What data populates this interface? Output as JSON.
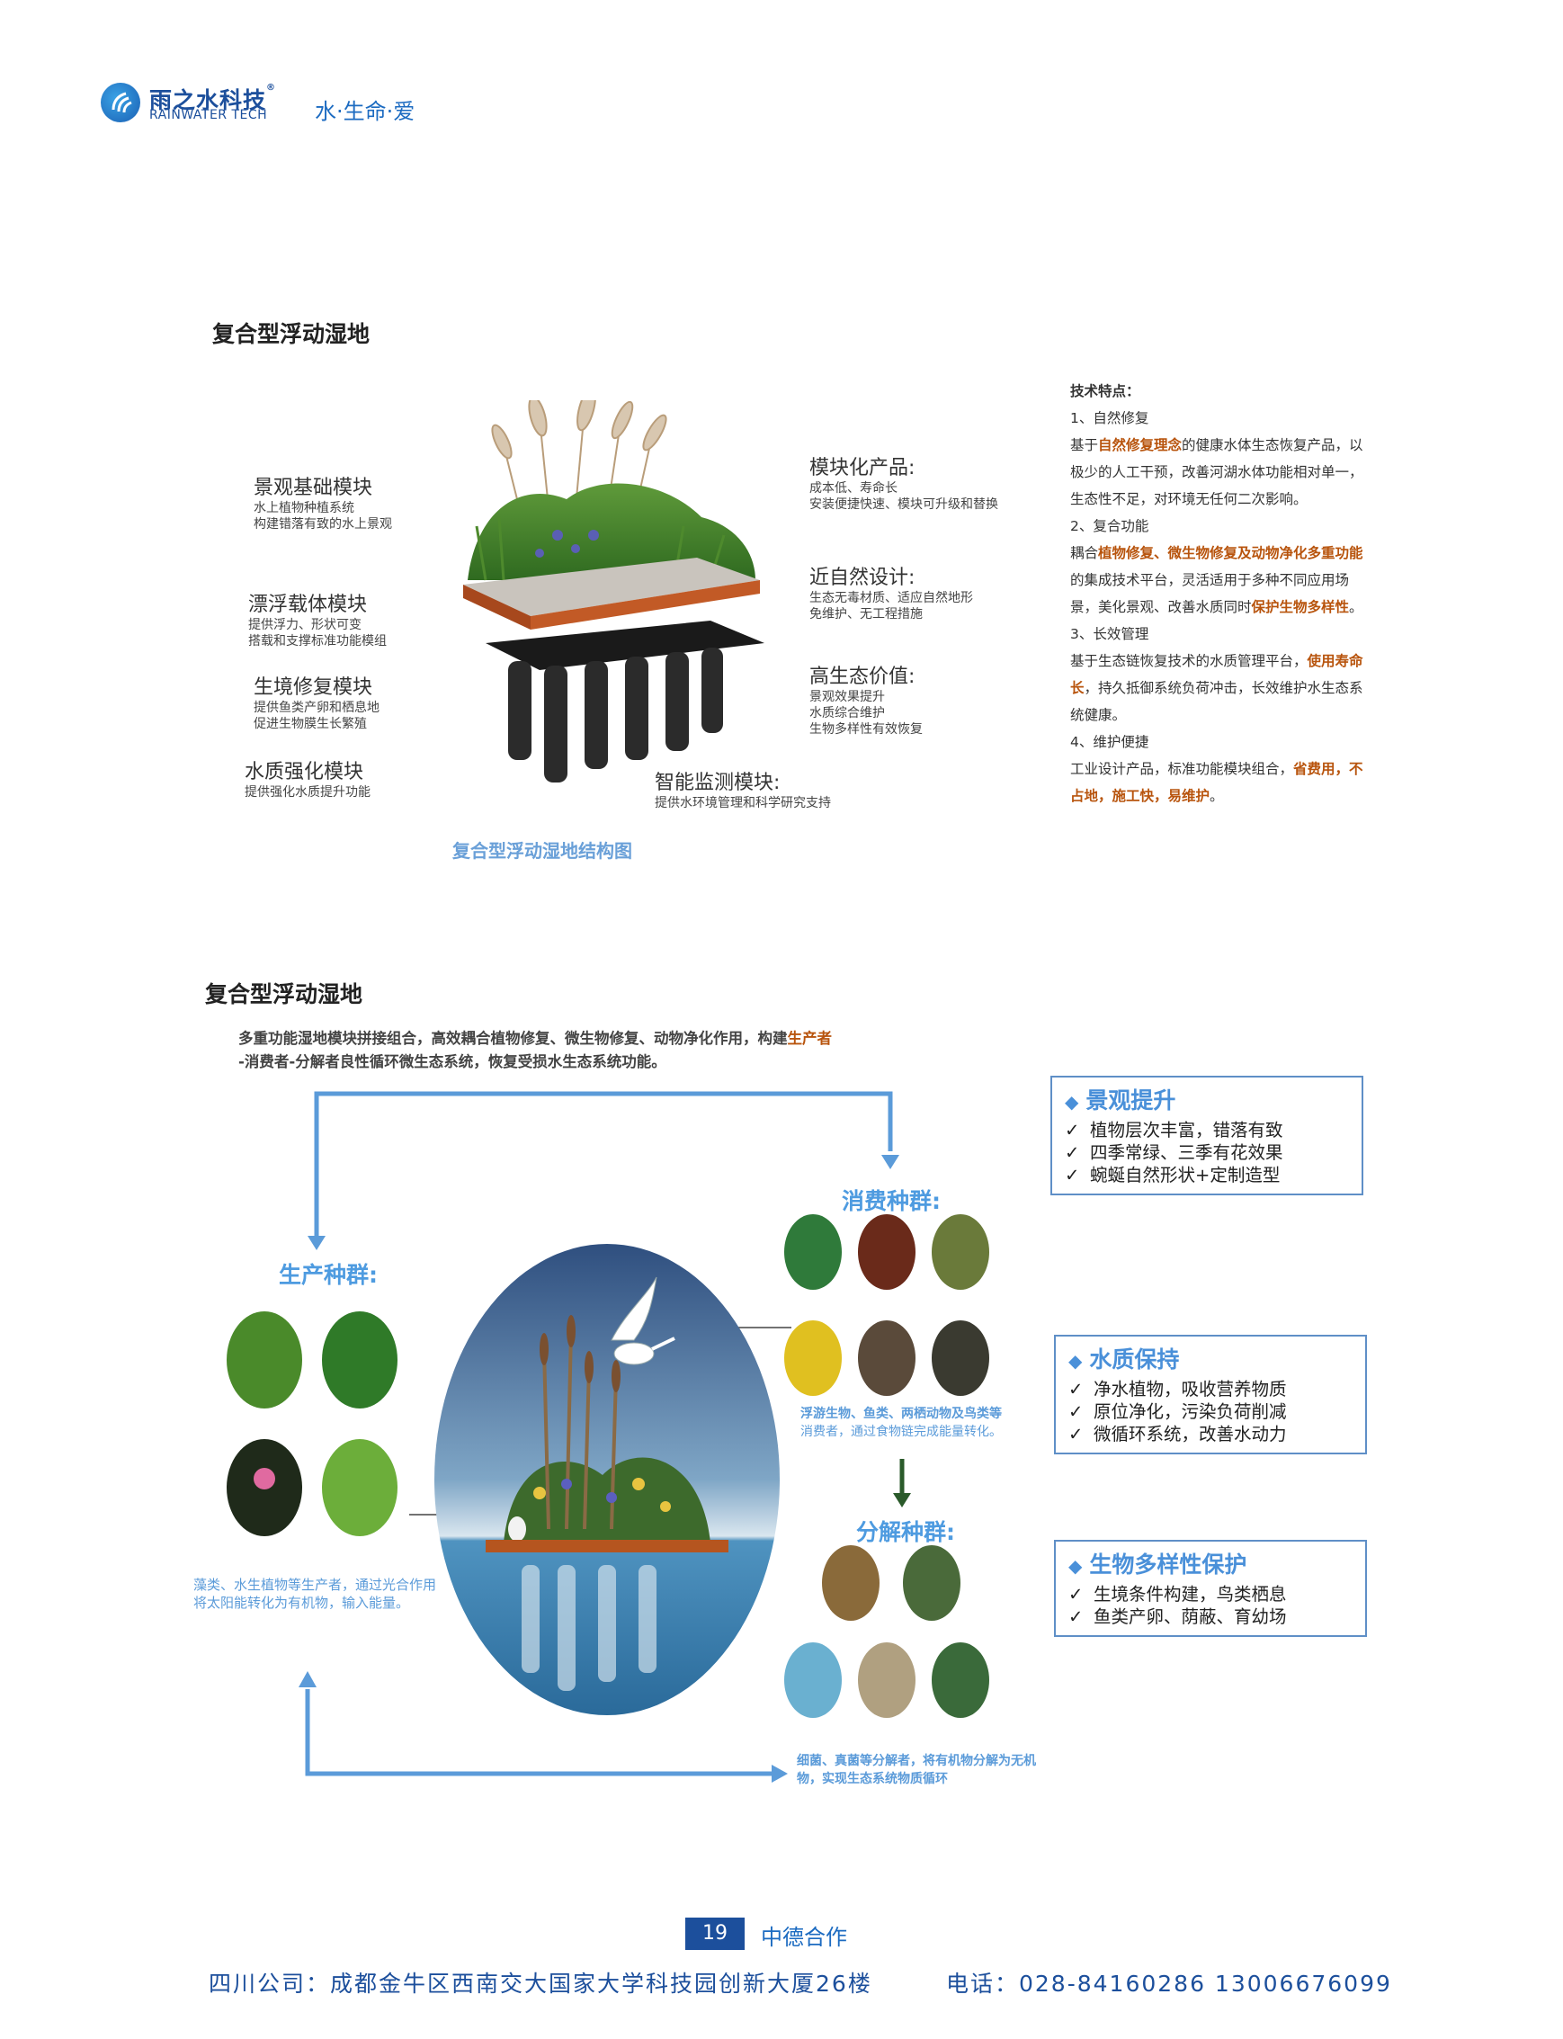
{
  "header": {
    "brand_cn": "雨之水科技",
    "brand_reg": "®",
    "brand_en": "RAINWATER TECH",
    "slogan": "水·生命·爱"
  },
  "section1": {
    "title": "复合型浮动湿地",
    "modules_left": [
      {
        "title": "景观基础模块",
        "lines": [
          "水上植物种植系统",
          "构建错落有致的水上景观"
        ]
      },
      {
        "title": "漂浮载体模块",
        "lines": [
          "提供浮力、形状可变",
          "搭载和支撑标准功能模组"
        ]
      },
      {
        "title": "生境修复模块",
        "lines": [
          "提供鱼类产卵和栖息地",
          "促进生物膜生长繁殖"
        ]
      },
      {
        "title": "水质强化模块",
        "lines": [
          "提供强化水质提升功能"
        ]
      }
    ],
    "modules_right": [
      {
        "title": "模块化产品:",
        "lines": [
          "成本低、寿命长",
          "安装便捷快速、模块可升级和替换"
        ]
      },
      {
        "title": "近自然设计:",
        "lines": [
          "生态无毒材质、适应自然地形",
          "免维护、无工程措施"
        ]
      },
      {
        "title": "高生态价值:",
        "lines": [
          "景观效果提升",
          "水质综合维护",
          "生物多样性有效恢复"
        ]
      }
    ],
    "module_bottom": {
      "title": "智能监测模块:",
      "lines": [
        "提供水环境管理和科学研究支持"
      ]
    },
    "caption": "复合型浮动湿地结构图"
  },
  "tech": {
    "heading": "技术特点：",
    "items": [
      {
        "title": "1、自然修复",
        "segments": [
          {
            "t": "基于",
            "hl": false
          },
          {
            "t": "自然修复理念",
            "hl": true
          },
          {
            "t": "的健康水体生态恢复产品，以极少的人工干预，改善河湖水体功能相对单一，生态性不足，对环境无任何二次影响。",
            "hl": false
          }
        ]
      },
      {
        "title": "2、复合功能",
        "segments": [
          {
            "t": "耦合",
            "hl": false
          },
          {
            "t": "植物修复、微生物修复及动物净化多重功能",
            "hl": true
          },
          {
            "t": "的集成技术平台，灵活适用于多种不同应用场景，美化景观、改善水质同时",
            "hl": false
          },
          {
            "t": "保护生物多样性",
            "hl": true
          },
          {
            "t": "。",
            "hl": false
          }
        ]
      },
      {
        "title": "3、长效管理",
        "segments": [
          {
            "t": "基于生态链恢复技术的水质管理平台，",
            "hl": false
          },
          {
            "t": "使用寿命长",
            "hl": true
          },
          {
            "t": "，持久抵御系统负荷冲击，长效维护水生态系统健康。",
            "hl": false
          }
        ]
      },
      {
        "title": "4、维护便捷",
        "segments": [
          {
            "t": "工业设计产品，标准功能模块组合，",
            "hl": false
          },
          {
            "t": "省费用，不占地，施工快，易维护",
            "hl": true
          },
          {
            "t": "。",
            "hl": false
          }
        ]
      }
    ]
  },
  "section2": {
    "title": "复合型浮动湿地",
    "intro_before": "多重功能湿地模块拼接组合，高效耦合植物修复、微生物修复、动物净化作用，构建",
    "intro_hl": "生产者",
    "intro_after": "-消费者-分解者良性循环微生态系统，恢复受损水生态系统功能。",
    "producers": {
      "title": "生产种群:",
      "note": "藻类、水生植物等生产者，通过光合作用将太阳能转化为有机物，输入能量。"
    },
    "consumers": {
      "title": "消费种群:",
      "note_bold": "浮游生物、鱼类、两栖动物及鸟类等",
      "note": "消费者，通过食物链完成能量转化。"
    },
    "decomposers": {
      "title": "分解种群:",
      "note": "细菌、真菌等分解者，将有机物分解为无机物，实现生态系统物质循环"
    },
    "feature_boxes": [
      {
        "title": "景观提升",
        "items": [
          "植物层次丰富，错落有致",
          "四季常绿、三季有花效果",
          "蜿蜒自然形状+定制造型"
        ]
      },
      {
        "title": "水质保持",
        "items": [
          "净水植物，吸收营养物质",
          "原位净化，污染负荷削减",
          "微循环系统，改善水动力"
        ]
      },
      {
        "title": "生物多样性保护",
        "items": [
          "生境条件构建，鸟类栖息",
          "鱼类产卵、荫蔽、育幼场"
        ]
      }
    ],
    "check_mark": "✓",
    "diamond": "◆"
  },
  "footer": {
    "page": "19",
    "label": "中德合作",
    "address": "四川公司：成都金牛区西南交大国家大学科技园创新大厦26楼",
    "phone": "电话：028-84160286  13006676099"
  },
  "colors": {
    "brand_blue": "#1c4f9c",
    "highlight_orange": "#b8540d",
    "group_blue": "#4e9be0",
    "box_border": "#5f8fc7"
  }
}
